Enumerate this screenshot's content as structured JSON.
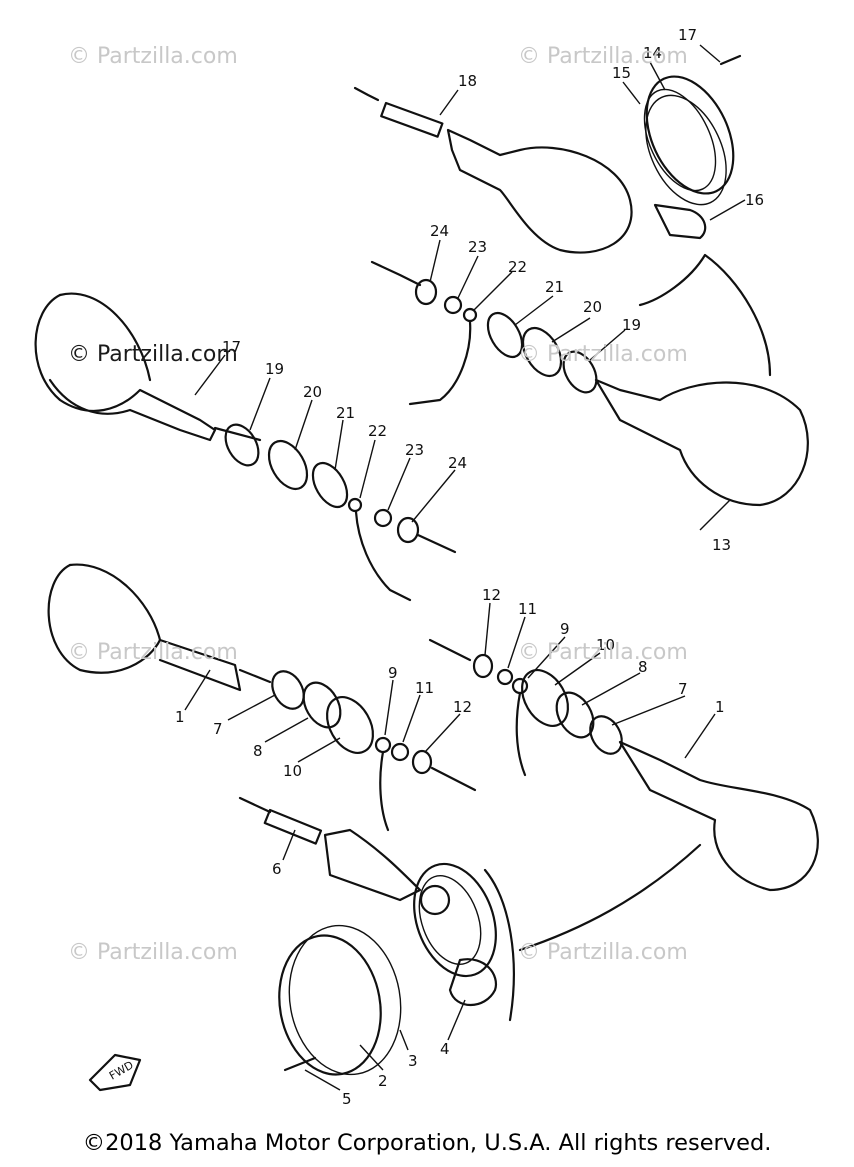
{
  "watermark": "© Partzilla.com",
  "copyright": "©2018 Yamaha Motor Corporation, U.S.A. All rights reserved.",
  "fwd_label": "FWD",
  "callouts": {
    "c17": "17",
    "c14": "14",
    "c15": "15",
    "c18": "18",
    "c16": "16",
    "c24a": "24",
    "c23a": "23",
    "c22a": "22",
    "c21a": "21",
    "c20a": "20",
    "c19a": "19",
    "c17b": "17",
    "c19b": "19",
    "c20b": "20",
    "c21b": "21",
    "c22b": "22",
    "c23b": "23",
    "c24b": "24",
    "c13": "13",
    "c12a": "12",
    "c11a": "11",
    "c9a": "9",
    "c10a": "10",
    "c8a": "8",
    "c7a": "7",
    "c1a": "1",
    "c1b": "1",
    "c7b": "7",
    "c8b": "8",
    "c10b": "10",
    "c9b": "9",
    "c11b": "11",
    "c12b": "12",
    "c6": "6",
    "c2": "2",
    "c3": "3",
    "c4": "4",
    "c5": "5"
  }
}
